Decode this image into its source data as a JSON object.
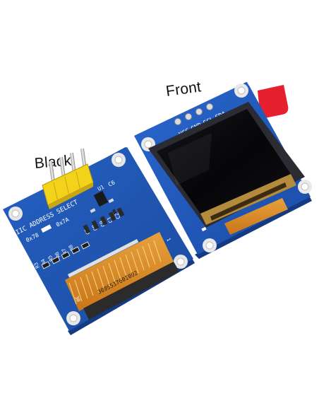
{
  "captions": {
    "front": "Front",
    "back": "Black"
  },
  "back_board": {
    "address_title": "IIC ADDRESS SELECT",
    "addr_0x78": "0x78",
    "addr_0x7A": "0x7A",
    "u1_label": "U1",
    "c6_label": "C6",
    "cap_labels": [
      "C7",
      "C8",
      "C9",
      "C1",
      "C2",
      "C3",
      "C4"
    ],
    "row_labels": [
      "R3",
      "R4",
      "R5",
      "R6",
      "R7",
      "R8"
    ],
    "ribbon_code": "300S53760I002",
    "pin_count": "30",
    "pin_one": "1"
  },
  "front_board": {
    "pin_labels": [
      "VCC",
      "GND",
      "SCL",
      "SDA"
    ]
  },
  "colors": {
    "pcb_blue": "#1e57b8",
    "pcb_edge": "#163f8c",
    "header_yellow": "#f2d21b",
    "pins_silver": "#c9c9c9",
    "ribbon_orange": "#d98a22",
    "screen_black": "#0b0b10",
    "tab_red": "#e6212d"
  }
}
